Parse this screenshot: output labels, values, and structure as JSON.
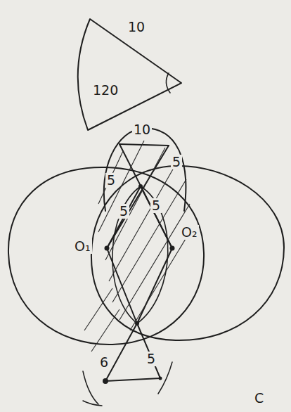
{
  "diagram": {
    "labels": [
      "10",
      "120",
      "10",
      "5",
      "5",
      "5",
      "5",
      "O₁",
      "O₂",
      "6",
      "5",
      "C"
    ]
  }
}
